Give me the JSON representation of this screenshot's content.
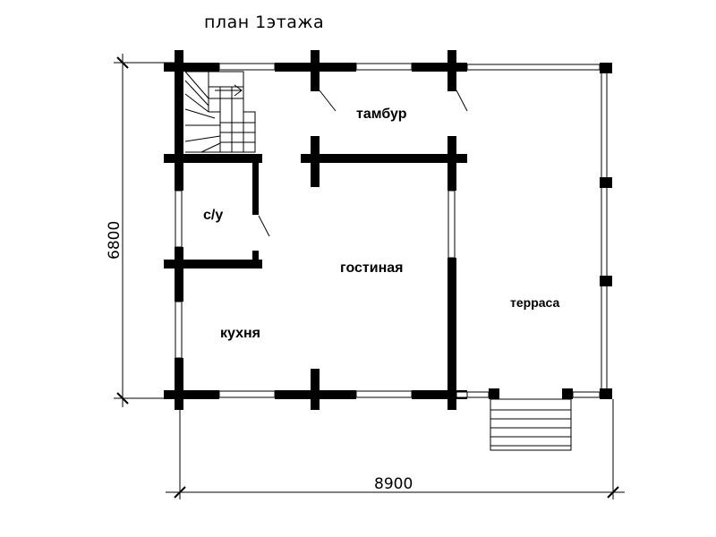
{
  "title": "план 1этажа",
  "dimensions": {
    "width": "8900",
    "height": "6800"
  },
  "rooms": {
    "vestibule": "тамбур",
    "bathroom": "с/у",
    "living_room": "гостиная",
    "kitchen": "кухня",
    "terrace": "терраса"
  }
}
